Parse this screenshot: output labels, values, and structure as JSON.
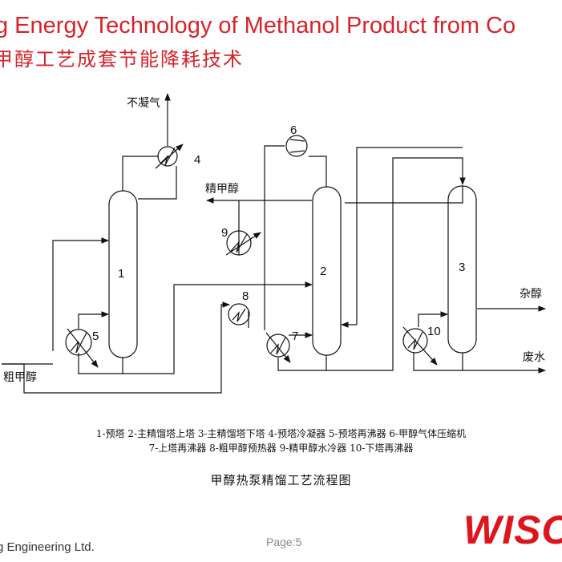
{
  "header": {
    "title_en": "g Energy Technology of Methanol Product from Co",
    "title_zh": "甲醇工艺成套节能降耗技术"
  },
  "diagram": {
    "stream_labels": {
      "noncondensable": "不凝气",
      "refined_methanol": "精甲醇",
      "crude_methanol": "粗甲醇",
      "fusel": "杂醇",
      "wastewater": "废水"
    },
    "equipment_numbers": [
      "1",
      "2",
      "3",
      "4",
      "5",
      "6",
      "7",
      "8",
      "9",
      "10"
    ]
  },
  "legend": {
    "line1": "1-预塔 2-主精馏塔上塔 3-主精馏塔下塔 4-预塔冷凝器 5-预塔再沸器 6-甲醇气体压缩机",
    "line2": "7-上塔再沸器 8-粗甲醇预热器 9-精甲醇水冷器 10-下塔再沸器"
  },
  "caption": "甲醇热泵精馏工艺流程图",
  "footer": {
    "company": "g Engineering Ltd.",
    "page": "Page:5",
    "logo": "WISO"
  }
}
